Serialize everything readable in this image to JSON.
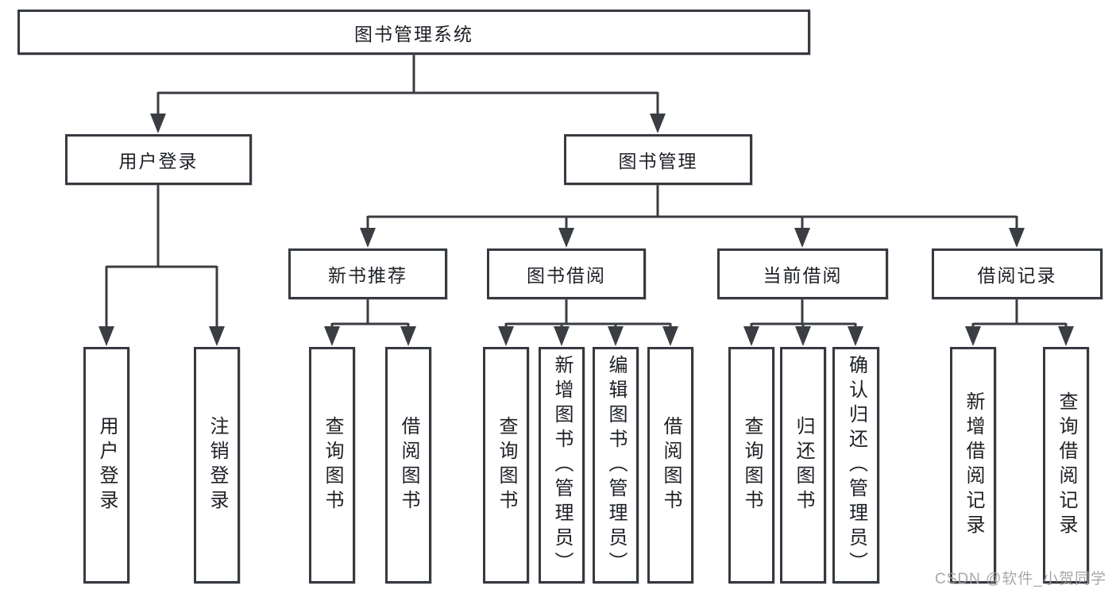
{
  "diagram": {
    "title": "图书管理系统",
    "watermark": "CSDN @软件_小贺同学",
    "colors": {
      "line": "#3a3d42",
      "box_border": "#363a40",
      "text": "#1d2025",
      "background": "#ffffff",
      "watermark": "#9e9e9e"
    },
    "nodes": {
      "root": {
        "label": "图书管理系统",
        "level": 1,
        "parent": null
      },
      "user_login": {
        "label": "用户登录",
        "level": 2,
        "parent": "root"
      },
      "book_mgmt": {
        "label": "图书管理",
        "level": 2,
        "parent": "root"
      },
      "new_book_rec": {
        "label": "新书推荐",
        "level": 3,
        "parent": "book_mgmt"
      },
      "book_borrow": {
        "label": "图书借阅",
        "level": 3,
        "parent": "book_mgmt"
      },
      "current_borrow": {
        "label": "当前借阅",
        "level": 3,
        "parent": "book_mgmt"
      },
      "borrow_records": {
        "label": "借阅记录",
        "level": 3,
        "parent": "book_mgmt"
      },
      "op_user_login": {
        "label": "用户登录",
        "level": 4,
        "parent": "user_login"
      },
      "op_logout": {
        "label": "注销登录",
        "level": 4,
        "parent": "user_login"
      },
      "op_query_books_rec": {
        "label": "查询图书",
        "level": 4,
        "parent": "new_book_rec"
      },
      "op_borrow_books_rec": {
        "label": "借阅图书",
        "level": 4,
        "parent": "new_book_rec"
      },
      "op_query_books_borrow": {
        "label": "查询图书",
        "level": 4,
        "parent": "book_borrow"
      },
      "op_add_books": {
        "label": "新增图书（管理员）",
        "level": 4,
        "parent": "book_borrow"
      },
      "op_edit_books": {
        "label": "编辑图书（管理员）",
        "level": 4,
        "parent": "book_borrow"
      },
      "op_borrow_books": {
        "label": "借阅图书",
        "level": 4,
        "parent": "book_borrow"
      },
      "op_query_books_current": {
        "label": "查询图书",
        "level": 4,
        "parent": "current_borrow"
      },
      "op_return_books": {
        "label": "归还图书",
        "level": 4,
        "parent": "current_borrow"
      },
      "op_confirm_return": {
        "label": "确认归还（管理员）",
        "level": 4,
        "parent": "current_borrow"
      },
      "op_add_borrow_record": {
        "label": "新增借阅记录",
        "level": 4,
        "parent": "borrow_records"
      },
      "op_query_borrow_record": {
        "label": "查询借阅记录",
        "level": 4,
        "parent": "borrow_records"
      }
    }
  }
}
